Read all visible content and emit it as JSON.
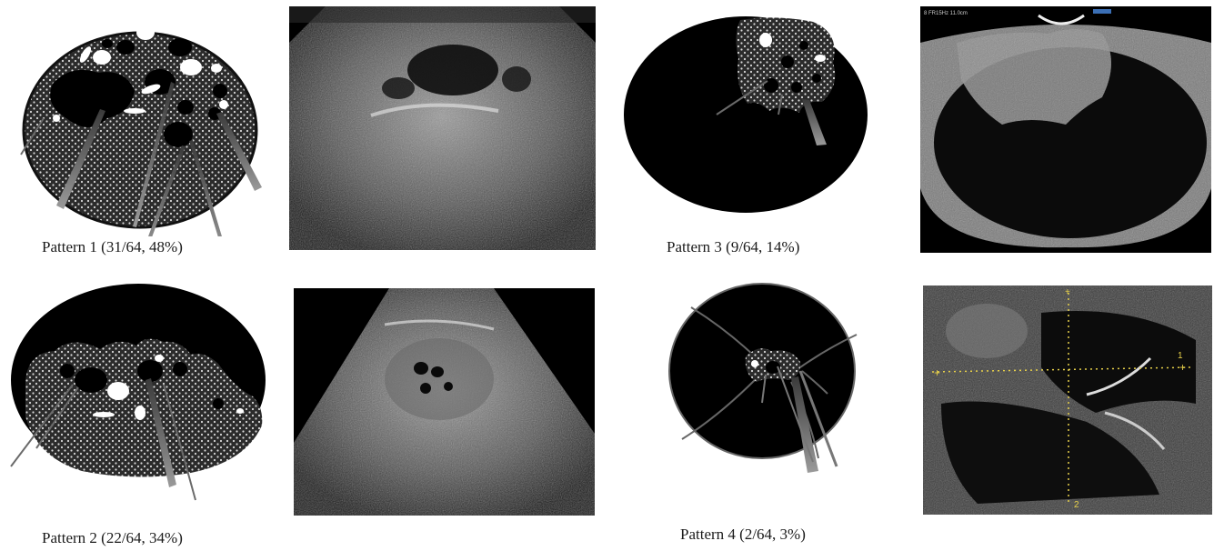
{
  "figure": {
    "captions": {
      "pattern1": "Pattern 1 (31/64, 48%)",
      "pattern2": "Pattern 2 (22/64, 34%)",
      "pattern3": "Pattern 3 (9/64, 14%)",
      "pattern4": "Pattern 4 (2/64, 3%)"
    },
    "ultrasound_overlay": {
      "caliper_1": "1",
      "caliper_2": "2",
      "header_readout": "8 FR15Hz 11.0cm"
    }
  }
}
